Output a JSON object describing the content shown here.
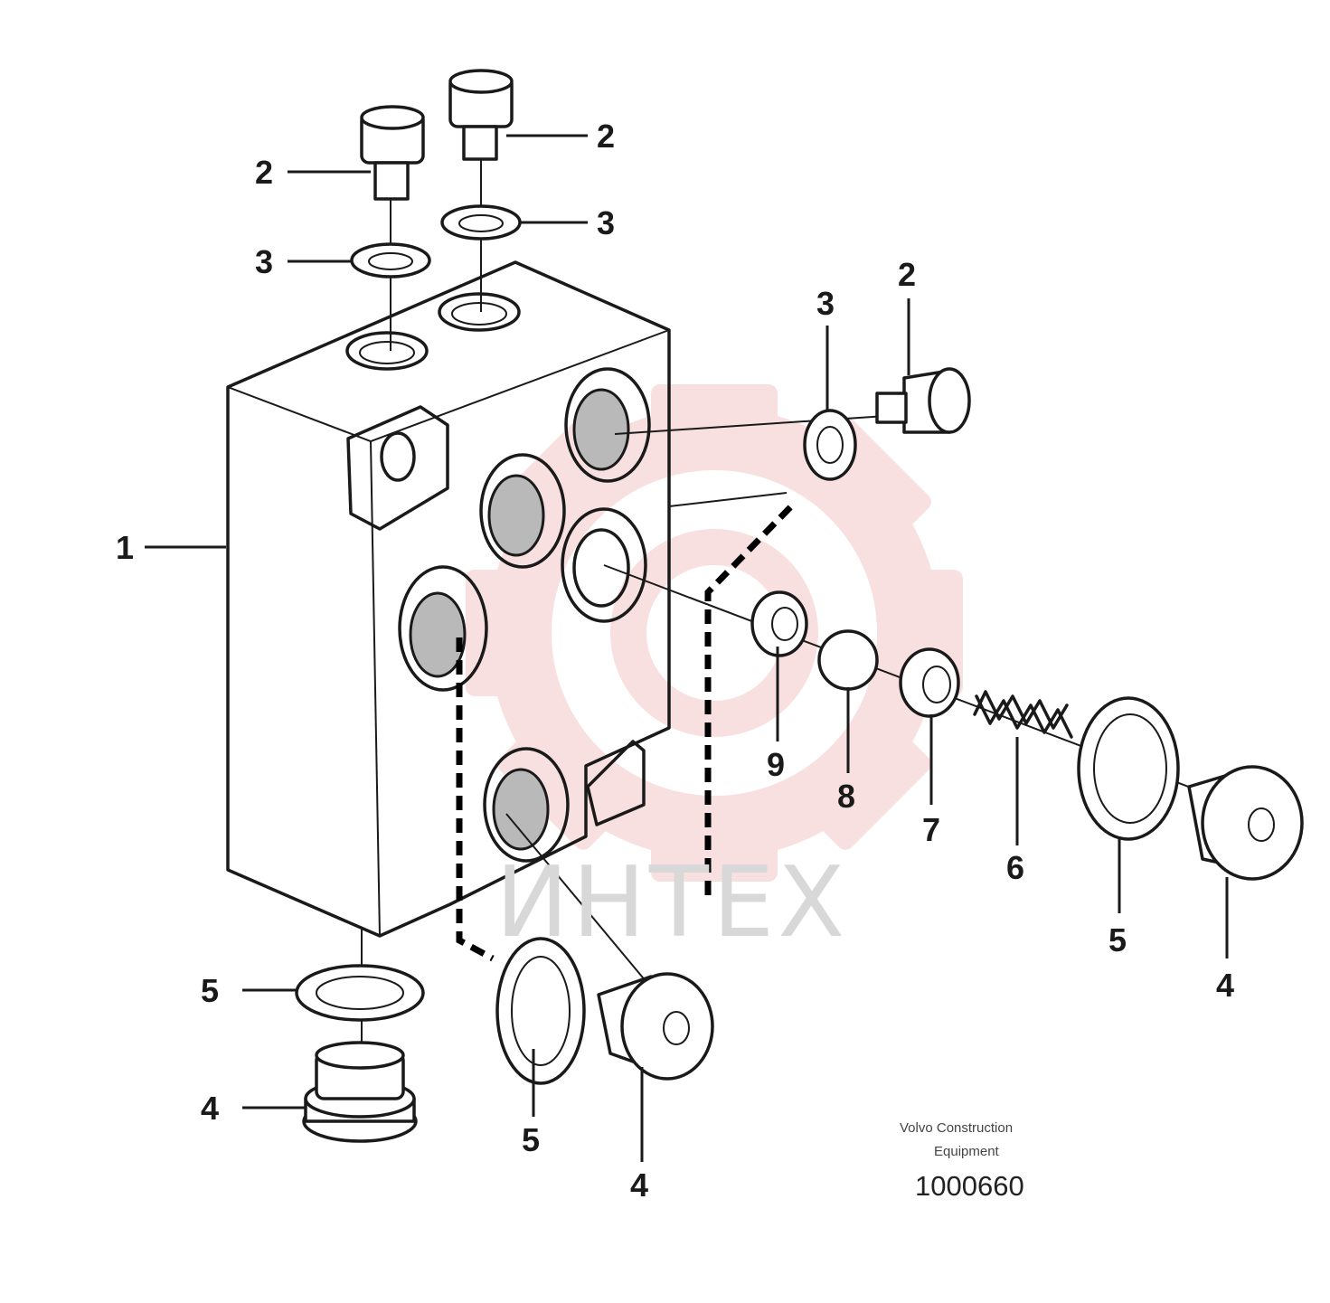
{
  "callouts": {
    "c1": "1",
    "c2a": "2",
    "c2b": "2",
    "c2c": "2",
    "c3a": "3",
    "c3b": "3",
    "c3c": "3",
    "c4a": "4",
    "c4b": "4",
    "c4c": "4",
    "c5a": "5",
    "c5b": "5",
    "c5c": "5",
    "c6": "6",
    "c7": "7",
    "c8": "8",
    "c9": "9"
  },
  "caption": {
    "line1": "Volvo Construction",
    "line2": "Equipment",
    "reference": "1000660"
  },
  "watermark": {
    "text": "ИНТЕХ",
    "gear_color": "#f4c7c7",
    "text_color": "#d8d8d8"
  }
}
